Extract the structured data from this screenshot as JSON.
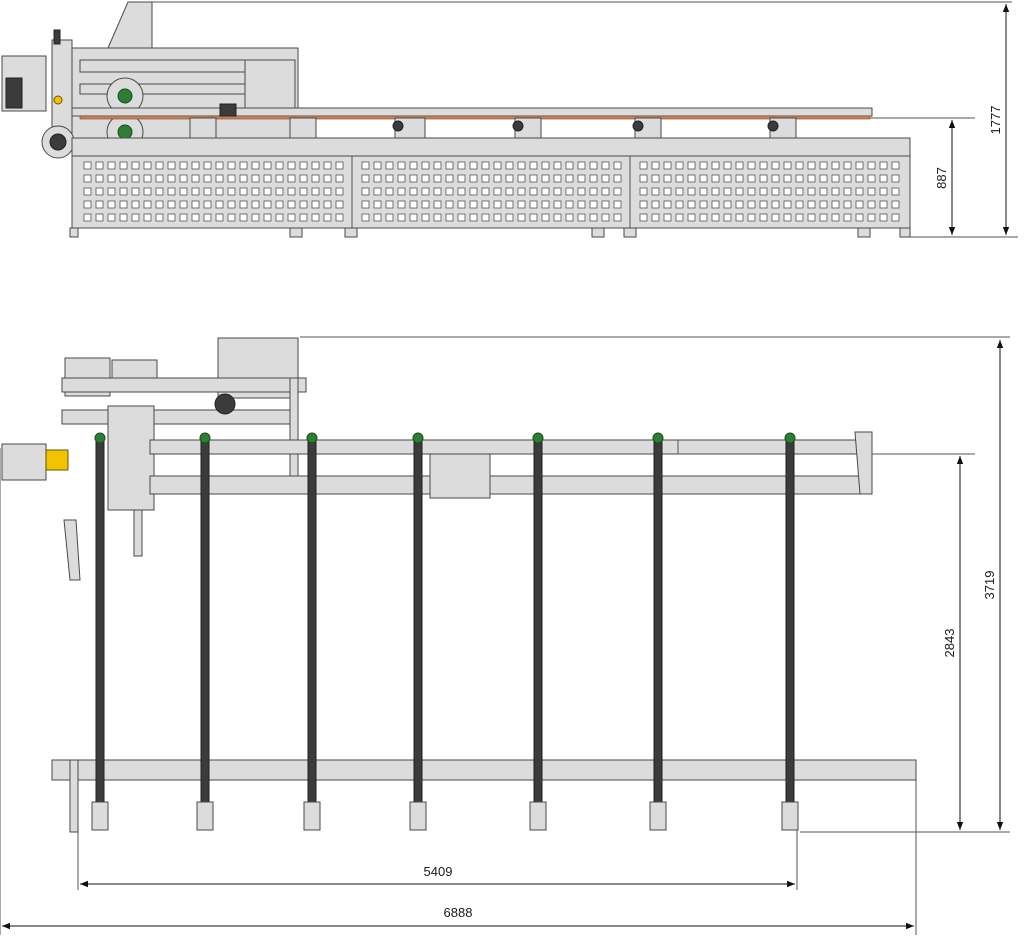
{
  "side_view": {
    "dimensions": {
      "overall_height": "1777",
      "table_height": "887"
    }
  },
  "top_view": {
    "dimensions": {
      "overall_depth": "3719",
      "arm_span": "2843",
      "arm_length_total": "5409",
      "overall_length": "6888"
    },
    "support_arm_count": 7
  },
  "colors": {
    "frame": "#dcdcdc",
    "outline": "#4a4a4a",
    "dark_parts": "#3b3b3b",
    "accent_green": "#2e7d32",
    "accent_red": "#c62828",
    "accent_yellow": "#f2c200",
    "workpiece": "#c8825a"
  }
}
